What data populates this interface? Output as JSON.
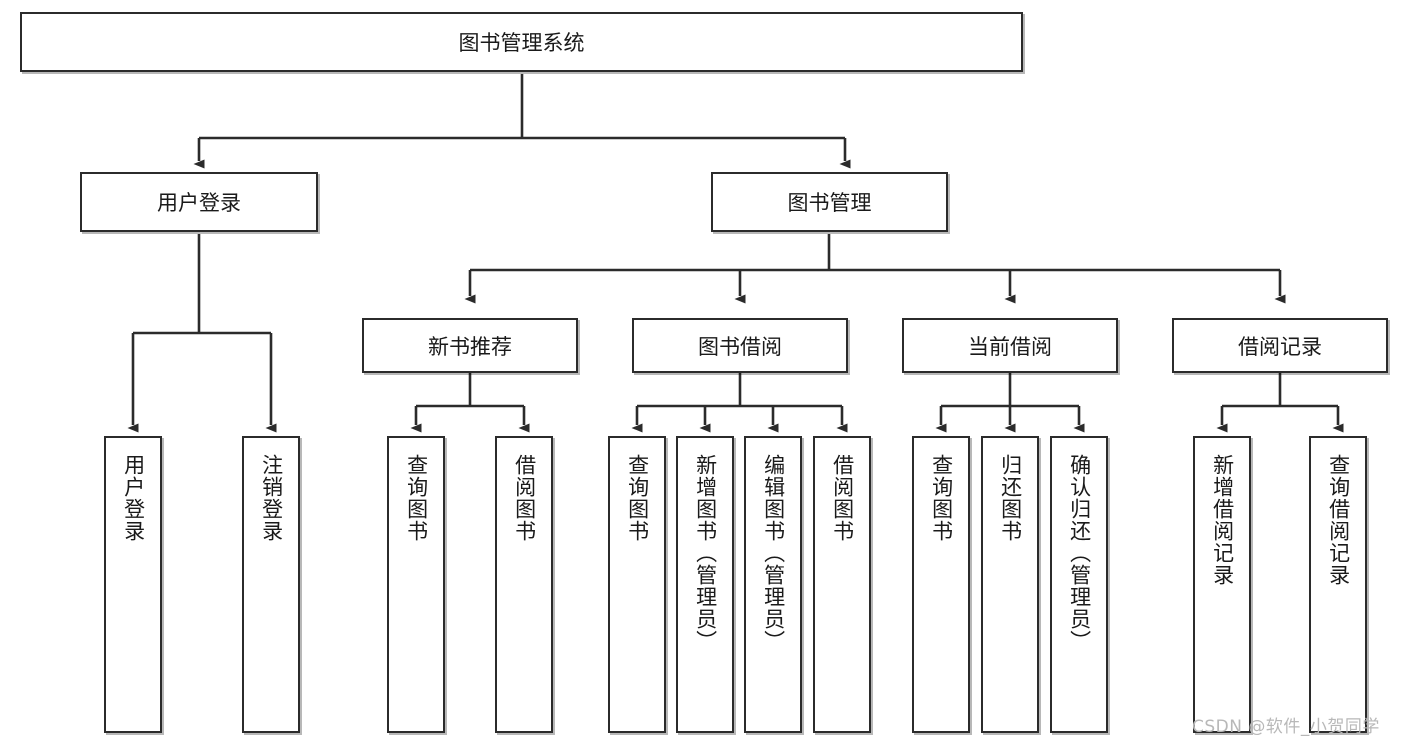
{
  "diagram": {
    "type": "tree-hierarchy",
    "title": "图书管理系统",
    "root": {
      "label": "图书管理系统"
    },
    "level2": [
      {
        "label": "用户登录"
      },
      {
        "label": "图书管理"
      }
    ],
    "level3": [
      {
        "label": "新书推荐"
      },
      {
        "label": "图书借阅"
      },
      {
        "label": "当前借阅"
      },
      {
        "label": "借阅记录"
      }
    ],
    "leaves": {
      "user_login": [
        {
          "label": "用户登录"
        },
        {
          "label": "注销登录"
        }
      ],
      "new_book_recommend": [
        {
          "label": "查询图书"
        },
        {
          "label": "借阅图书"
        }
      ],
      "book_borrow": [
        {
          "label": "查询图书"
        },
        {
          "label": "新增图书（管理员）"
        },
        {
          "label": "编辑图书（管理员）"
        },
        {
          "label": "借阅图书"
        }
      ],
      "current_borrow": [
        {
          "label": "查询图书"
        },
        {
          "label": "归还图书"
        },
        {
          "label": "确认归还（管理员）"
        }
      ],
      "borrow_record": [
        {
          "label": "新增借阅记录"
        },
        {
          "label": "查询借阅记录"
        }
      ]
    }
  },
  "watermark": {
    "text": "CSDN @软件_小贺同学"
  },
  "colors": {
    "box_border": "#2b2b2b",
    "box_fill": "#ffffff",
    "connector": "#2b2b2b",
    "text": "#1a1a1a",
    "watermark": "#b8b8b8"
  }
}
